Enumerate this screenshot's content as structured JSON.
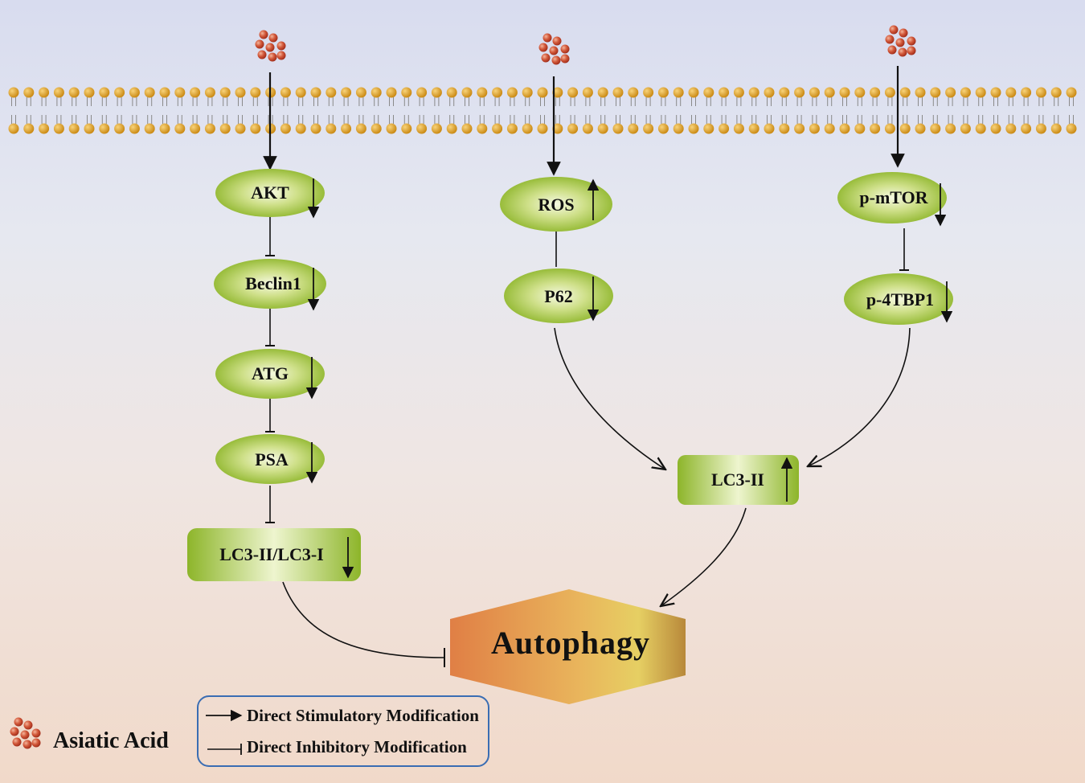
{
  "diagram": {
    "pathways": {
      "left": {
        "nodes": [
          {
            "label": "AKT",
            "trend": "down"
          },
          {
            "label": "Beclin1",
            "trend": "down"
          },
          {
            "label": "ATG",
            "trend": "down"
          },
          {
            "label": "PSA",
            "trend": "down"
          },
          {
            "label": "LC3-II/LC3-I",
            "trend": "down"
          }
        ]
      },
      "middle": {
        "nodes": [
          {
            "label": "ROS",
            "trend": "up"
          },
          {
            "label": "P62",
            "trend": "down"
          }
        ]
      },
      "right": {
        "nodes": [
          {
            "label": "p-mTOR",
            "trend": "down"
          },
          {
            "label": "p-4TBP1",
            "trend": "down"
          }
        ]
      },
      "converge": {
        "label": "LC3-II",
        "trend": "up"
      }
    },
    "outcome": {
      "label": "Autophagy"
    },
    "legend": {
      "compound": "Asiatic Acid",
      "stimulatory": "Direct Stimulatory Modification",
      "inhibitory": "Direct Inhibitory Modification"
    },
    "colors": {
      "node_green": "#9cc23c",
      "node_highlight": "#f4f8dc",
      "molecule": "#c8452a",
      "membrane_head": "#d99a1e",
      "hexagon_left": "#e07f45",
      "hexagon_mid": "#e4c05a",
      "hexagon_right": "#b8883a"
    }
  }
}
